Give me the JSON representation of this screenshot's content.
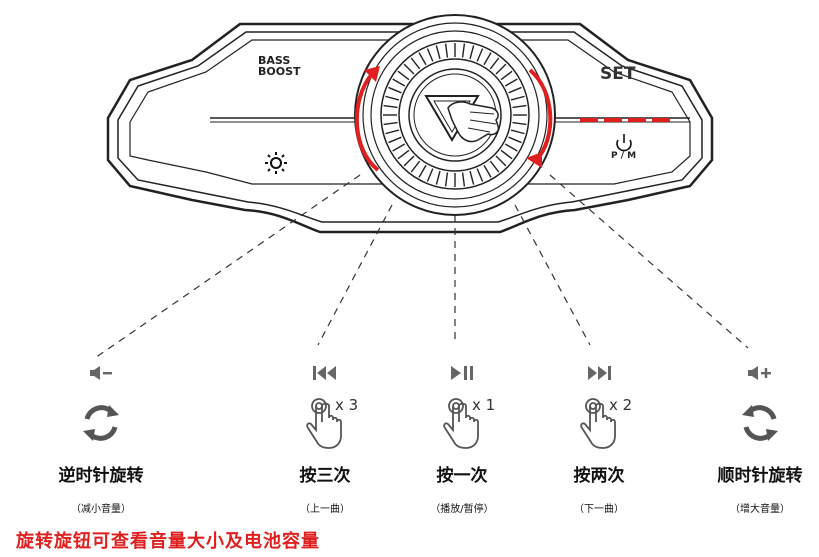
{
  "device": {
    "bass_boost_line1": "BASS",
    "bass_boost_line2": "BOOST",
    "set_label": "SET",
    "power_label": "P / M",
    "light_icon": "sun-icon",
    "power_icon": "power-icon",
    "play_icon": "play-triangle-icon",
    "accent_color": "#e02020",
    "led_color": "#e02020"
  },
  "actions": [
    {
      "icon": "volume-down-icon",
      "gesture": "rotate-counterclockwise-icon",
      "count": "",
      "label": "逆时针旋转",
      "sub": "（减小音量）"
    },
    {
      "icon": "previous-track-icon",
      "gesture": "hand-press-icon",
      "count": "x 3",
      "label": "按三次",
      "sub": "（上一曲）"
    },
    {
      "icon": "play-pause-icon",
      "gesture": "hand-press-icon",
      "count": "x 1",
      "label": "按一次",
      "sub": "（播放/暂停）"
    },
    {
      "icon": "next-track-icon",
      "gesture": "hand-press-icon",
      "count": "x 2",
      "label": "按两次",
      "sub": "（下一曲）"
    },
    {
      "icon": "volume-up-icon",
      "gesture": "rotate-clockwise-icon",
      "count": "",
      "label": "顺时针旋转",
      "sub": "（增大音量）"
    }
  ],
  "footer": "旋转旋钮可查看音量大小及电池容量"
}
